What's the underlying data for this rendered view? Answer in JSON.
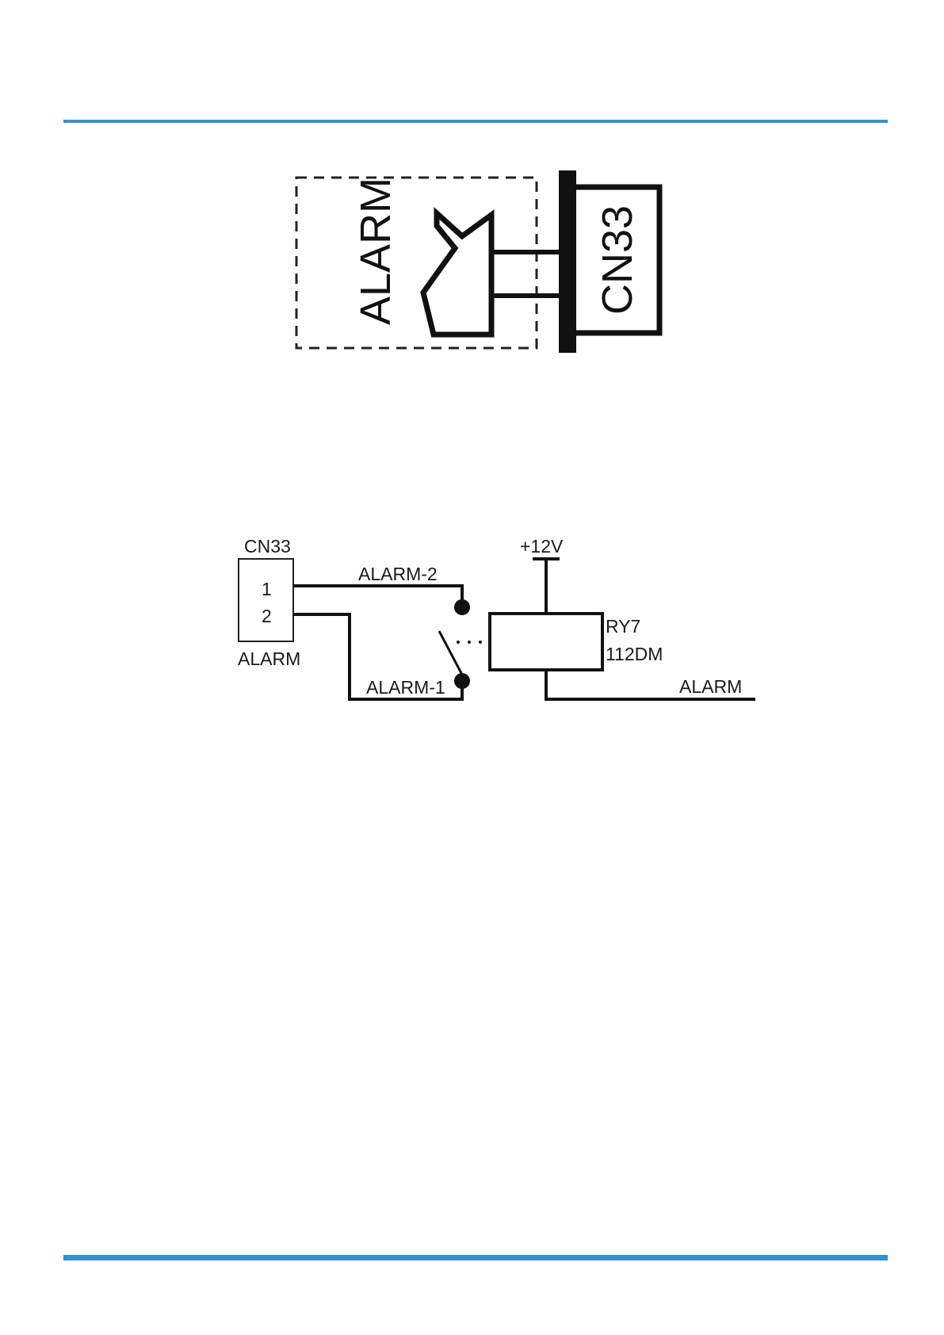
{
  "colors": {
    "rule": "#2f92d6",
    "ink": "#111111"
  },
  "connector_figure": {
    "device_label": "ALARM",
    "connector_label": "CN33"
  },
  "schematic": {
    "connector_name": "CN33",
    "pin_1": "1",
    "pin_2": "2",
    "connector_caption": "ALARM",
    "wire_top": "ALARM-2",
    "wire_bottom": "ALARM-1",
    "supply": "+12V",
    "relay_name": "RY7",
    "relay_model": "112DM",
    "output_line": "ALARM"
  }
}
